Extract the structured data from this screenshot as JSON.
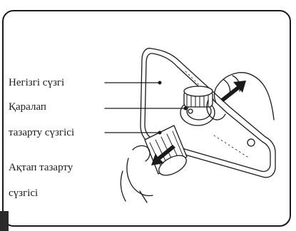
{
  "labels": {
    "main_filter": "Негізгі сүзгі",
    "black_filter_line1": "Қаралап",
    "black_filter_line2": "тазарту сүзгісі",
    "white_filter_line1": "Ақтап тазарту",
    "white_filter_line2": "сүзгісі"
  },
  "colors": {
    "line": "#1a1a1a",
    "background": "#ffffff"
  },
  "icons": [
    "pull-out-arrow-icon",
    "pull-down-arrow-icon"
  ]
}
